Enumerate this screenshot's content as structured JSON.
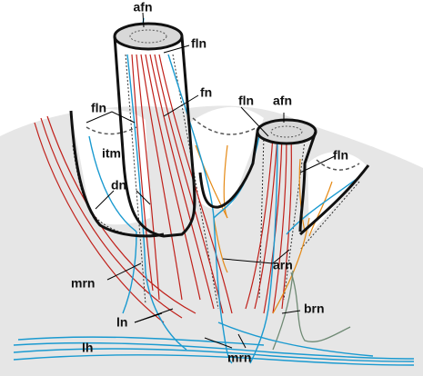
{
  "labels": {
    "afn_top": "afn",
    "fln_top": "fln",
    "fln_left": "fln",
    "itm": "itm",
    "dn": "dn",
    "fn": "fn",
    "fln_mid": "fln",
    "afn_right": "afn",
    "fln_right": "fln",
    "mrn_left": "mrn",
    "ln": "ln",
    "arn": "arn",
    "brn": "brn",
    "lh": "lh",
    "mrn_bottom": "mrn"
  },
  "colors": {
    "tissue": "#e6e6e6",
    "red_nerve": "#c0201a",
    "blue_nerve": "#1a9ad0",
    "orange_nerve": "#e58a16",
    "green_nerve": "#6f8a74",
    "outline": "#111111"
  }
}
